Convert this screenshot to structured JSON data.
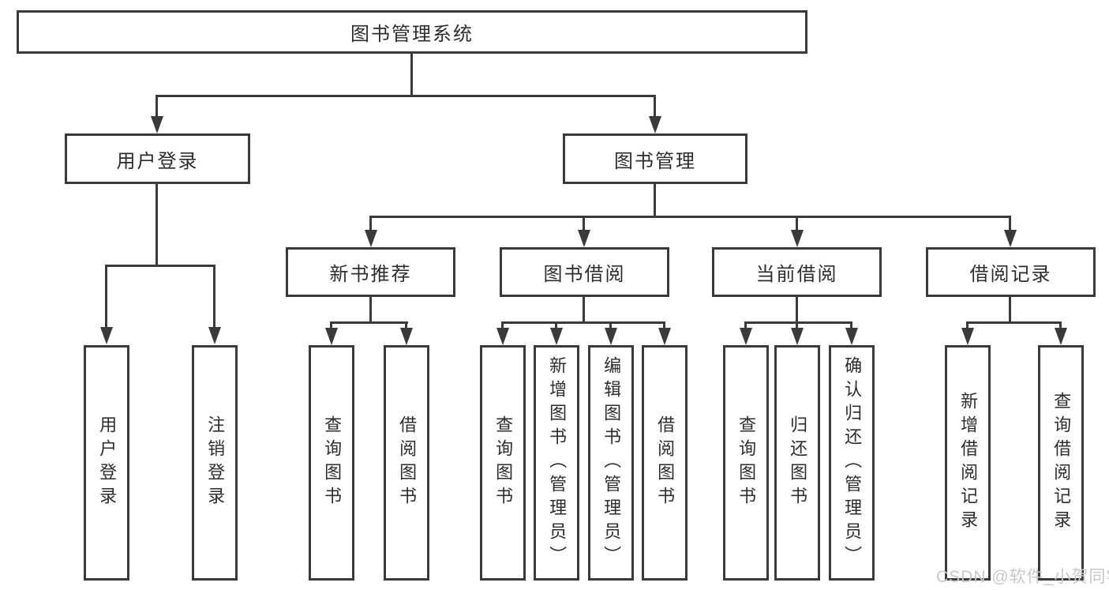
{
  "diagram": {
    "type": "tree-diagram",
    "watermark": "CSDN @软件_小贺同学",
    "colors": {
      "line": "#3a3a3a",
      "box_border": "#3a3a3a",
      "text": "#2d2d2d",
      "watermark": "#c8c8c8",
      "background": "#ffffff"
    }
  },
  "nodes": {
    "root": {
      "label": "图书管理系统"
    },
    "level2": [
      {
        "label": "用户登录"
      },
      {
        "label": "图书管理"
      }
    ],
    "level3": [
      {
        "label": "新书推荐"
      },
      {
        "label": "图书借阅"
      },
      {
        "label": "当前借阅"
      },
      {
        "label": "借阅记录"
      }
    ],
    "leaves": {
      "user_login": [
        "用户登录",
        "注销登录"
      ],
      "new_books": [
        "查询图书",
        "借阅图书"
      ],
      "book_borrow": [
        "查询图书",
        "新增图书（管理员）",
        "编辑图书（管理员）",
        "借阅图书"
      ],
      "current_borrow": [
        "查询图书",
        "归还图书",
        "确认归还（管理员）"
      ],
      "borrow_records": [
        "新增借阅记录",
        "查询借阅记录"
      ]
    }
  }
}
